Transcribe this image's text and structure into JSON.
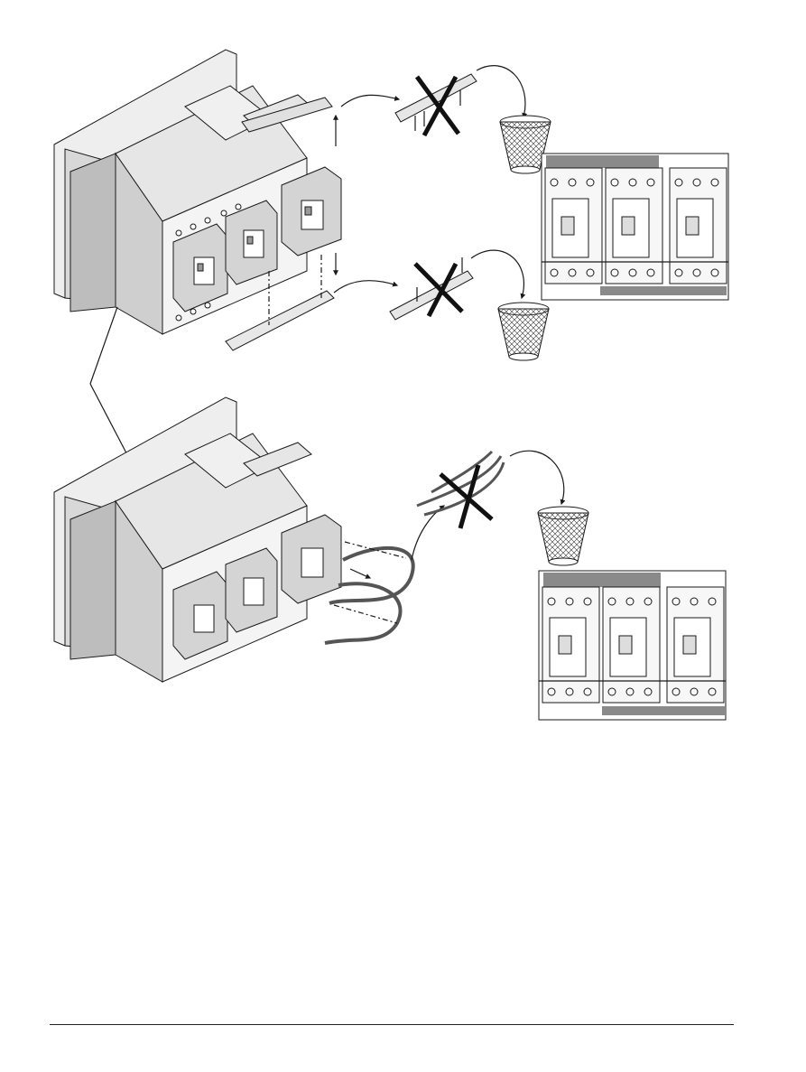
{
  "page": {
    "figure_steps": [
      {
        "id": "step-1",
        "action": "remove-link-modules",
        "discard": true
      },
      {
        "id": "step-2",
        "action": "remove-wiring-cables",
        "discard": true
      }
    ]
  },
  "colors": {
    "ink": "#1a1a1a",
    "light_gray": "#e6e6e6",
    "mid_gray": "#bdbdbd",
    "dark_gray": "#8a8a8a",
    "cable": "#555555",
    "paper": "#ffffff"
  },
  "icons": [
    "arrow-icon",
    "cross-icon",
    "waste-basket-icon"
  ]
}
